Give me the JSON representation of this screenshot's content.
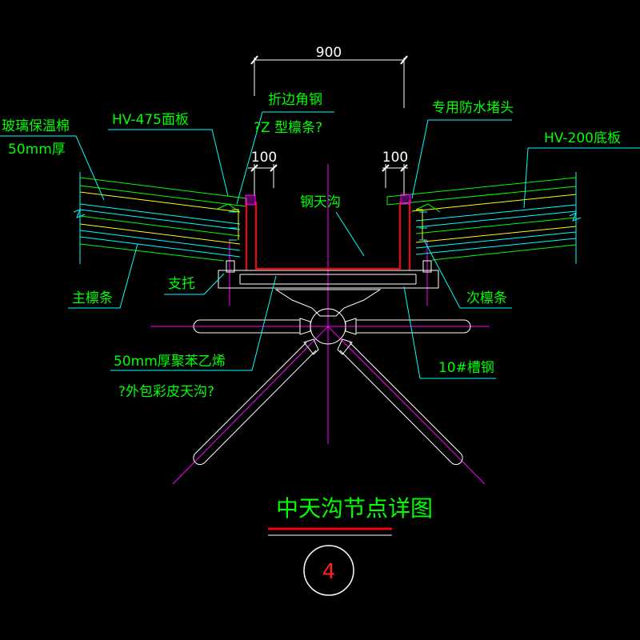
{
  "dimensions": {
    "top_width": "900",
    "left_offset": "100",
    "right_offset": "100"
  },
  "labels": {
    "glass_wool": "玻璃保温棉",
    "glass_wool_thickness": "50mm厚",
    "panel_475": "HV-475面板",
    "angle_steel": "折边角钢",
    "z_purlin": "?Z 型檩条?",
    "waterproof_plug": "专用防水堵头",
    "panel_200": "HV-200底板",
    "steel_gutter": "钢天沟",
    "main_purlin": "主檩条",
    "support": "支托",
    "secondary_purlin": "次檩条",
    "polystyrene": "50mm厚聚苯乙烯",
    "color_sheet_gutter": "?外包彩皮天沟?",
    "channel_steel": "10#槽钢"
  },
  "title": {
    "text": "中天沟节点详图",
    "detail_number": "4"
  },
  "colors": {
    "background": "#000000",
    "label": "#00ff00",
    "leader": "#00ffff",
    "dimension": "#ffffff",
    "centerline": "#ff00ff",
    "steel": "#ff0000",
    "sheet": "#00ff00",
    "insulation": "#ffff00",
    "structure": "#00ffff",
    "title_underline": "#ff0000"
  }
}
